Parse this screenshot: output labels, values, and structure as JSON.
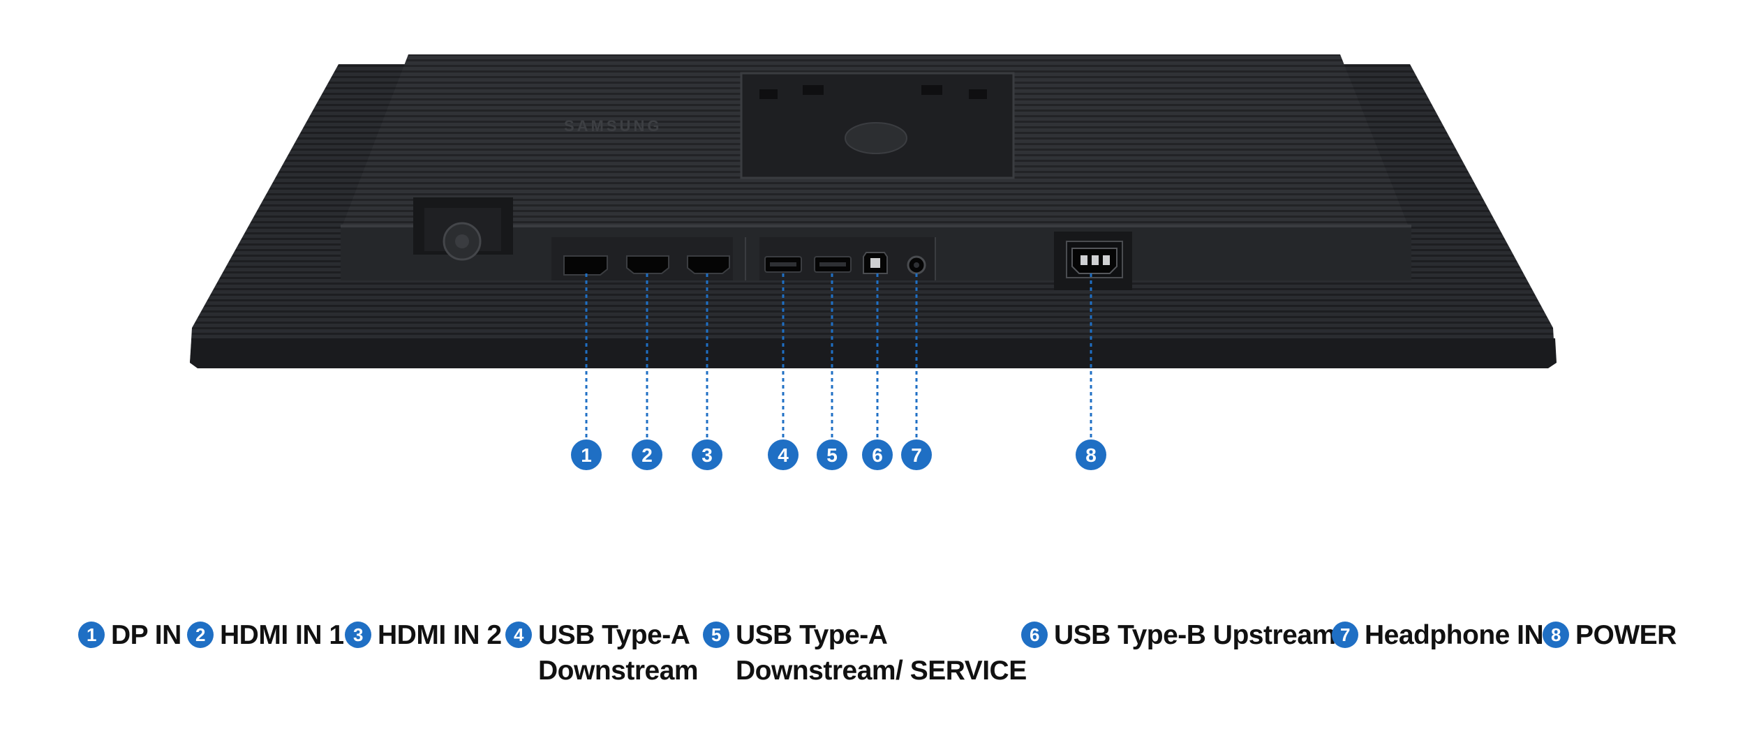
{
  "brand_mark": "SAMSUNG",
  "colors": {
    "callout": "#1f6fc4",
    "chassis": "#2a2c30",
    "chassis_dark": "#1b1c1f",
    "port_slot": "#070707",
    "background": "#ffffff"
  },
  "ports": [
    {
      "number": "1",
      "label": "DP IN",
      "kind": "displayport-icon"
    },
    {
      "number": "2",
      "label": "HDMI IN 1",
      "kind": "hdmi-icon"
    },
    {
      "number": "3",
      "label": "HDMI IN 2",
      "kind": "hdmi-icon"
    },
    {
      "number": "4",
      "label": "USB Type-A\nDownstream",
      "kind": "usb-a-icon"
    },
    {
      "number": "5",
      "label": "USB Type-A\nDownstream/ SERVICE",
      "kind": "usb-a-icon"
    },
    {
      "number": "6",
      "label": "USB Type-B Upstream",
      "kind": "usb-b-icon"
    },
    {
      "number": "7",
      "label": "Headphone IN",
      "kind": "headphone-jack-icon"
    },
    {
      "number": "8",
      "label": "POWER",
      "kind": "power-socket-icon"
    }
  ]
}
